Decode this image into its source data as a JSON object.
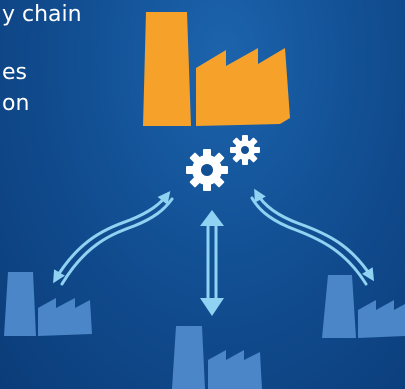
{
  "text_lines": [
    "y chain",
    "es",
    "on"
  ],
  "colors": {
    "background": "#124f93",
    "factory_main": "#f5a12a",
    "factory_supplier": "#4a86c8",
    "gear": "#ffffff",
    "arrow": "#8fd2f2"
  },
  "icons": [
    "factory-main-icon",
    "gears-icon",
    "factory-supplier-icon",
    "bidirectional-arrow-icon"
  ]
}
